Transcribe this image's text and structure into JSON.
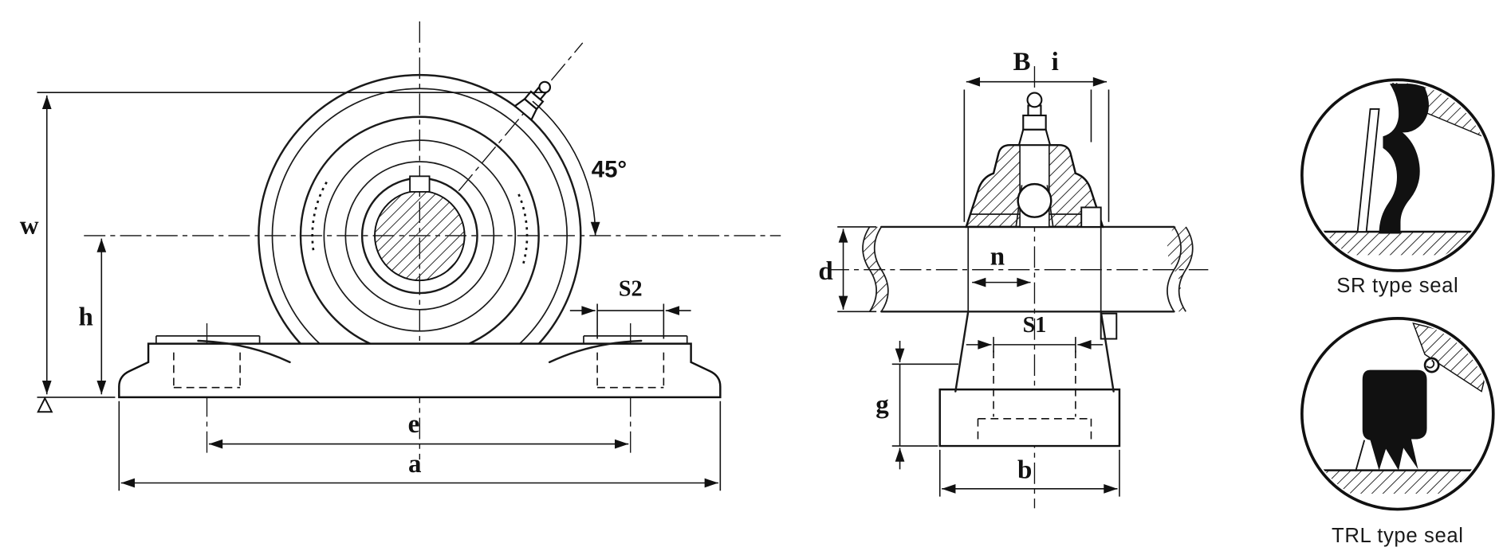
{
  "colors": {
    "ink": "#1a1a1a",
    "background": "#ffffff"
  },
  "front_view": {
    "w": "w",
    "h": "h",
    "e": "e",
    "a": "a",
    "s2": "S2",
    "angle": "45°"
  },
  "side_view": {
    "B": "B",
    "i": "i",
    "d": "d",
    "n": "n",
    "s1": "S1",
    "g": "g",
    "b": "b"
  },
  "seal_details": {
    "sr_label": "SR type seal",
    "trl_label": "TRL type seal"
  }
}
